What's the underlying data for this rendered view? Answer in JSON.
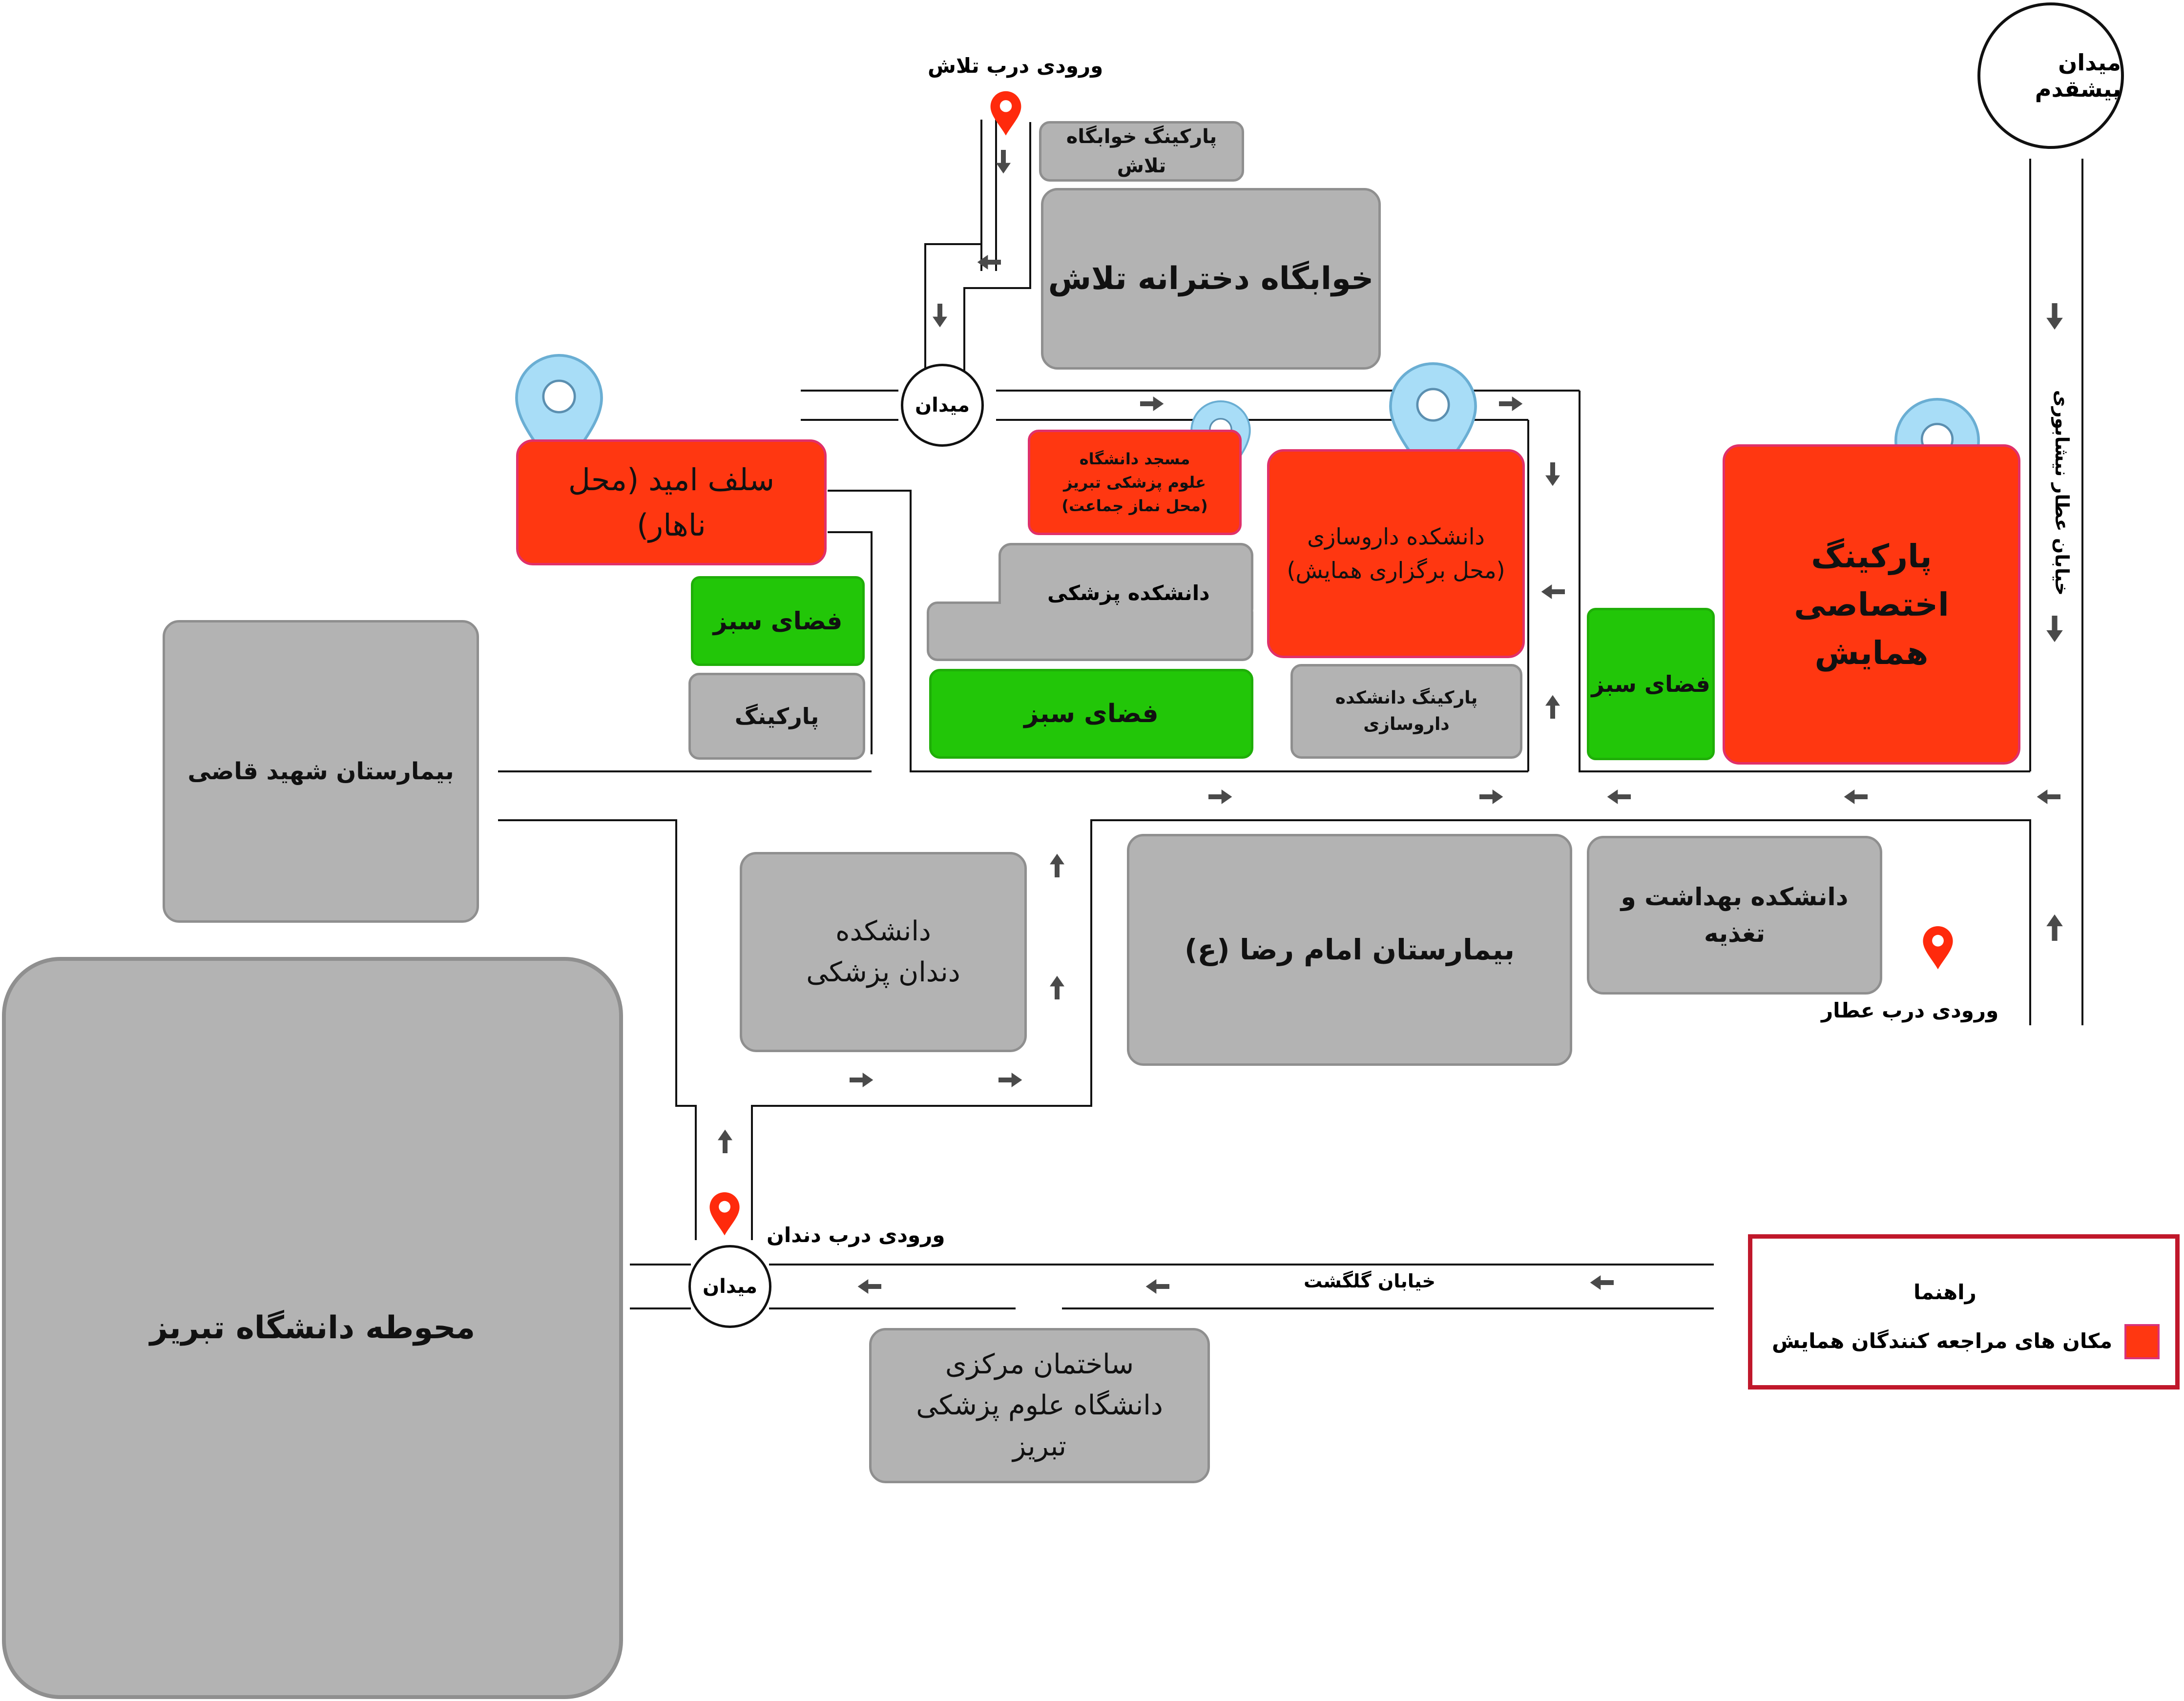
{
  "colors": {
    "building": "#b3b3b3",
    "venue": "#ff3711",
    "green_space": "#22c608",
    "road": "#111111",
    "arrow": "#4a4a4a",
    "pin_blue": "#a8ddf7",
    "pin_red": "#ff2a0c",
    "legend_border": "#c0182b"
  },
  "buildings": {
    "talash_parking": "پارکینگ خوابگاه تلاش",
    "talash_dorm": "خوابگاه دخترانه تلاش",
    "salaf": "سلف امید (محل ناهار)",
    "mosque": "مسجد دانشگاه علوم پزشکی تبریز (محل نماز جماعت)",
    "pharmacy": "دانشکده داروسازی (محل برگزاری همایش)",
    "private_parking": "پارکینگ اختصاصی همایش",
    "green_1": "فضای سبز",
    "green_2": "فضای سبز",
    "green_3": "فضای سبز",
    "parking": "پارکینگ",
    "medicine": "دانشکده پزشکی",
    "pharmacy_parking": "پارکینگ دانشکده داروسازی",
    "hospital_ghazi": "بیمارستان شهید قاضی",
    "dentistry": "دانشکده دندان پزشکی",
    "hospital_reza": "بیمارستان امام رضا (ع)",
    "health": "دانشکده بهداشت و تغذیه",
    "university": "محوطه دانشگاه تبریز",
    "central": "ساختمان مرکزی دانشگاه علوم پزشکی تبریز"
  },
  "roundabouts": {
    "pishghadam": "میدان پیشقدم",
    "top": "میدان",
    "bottom": "میدان"
  },
  "entrances": {
    "talash": "ورودی درب تلاش",
    "attar": "ورودی درب عطار",
    "dandan": "ورودی درب دندان"
  },
  "streets": {
    "attar_neyshaburi": "خیابان عطار نیشابوری",
    "golgasht": "خیابان گلگشت"
  },
  "legend": {
    "title": "راهنما",
    "item": "مکان های مراجعه کنندگان همایش",
    "swatch_color": "#ff3711"
  }
}
